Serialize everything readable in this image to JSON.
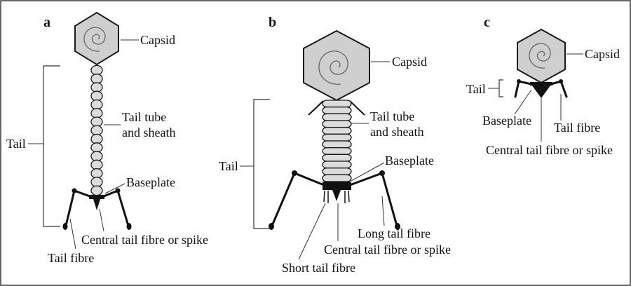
{
  "panels": {
    "a": {
      "letter": "a",
      "labels": {
        "capsid": "Capsid",
        "tail_tube_1": "Tail tube",
        "tail_tube_2": "and sheath",
        "tail": "Tail",
        "baseplate": "Baseplate",
        "central_fibre": "Central tail fibre or spike",
        "tail_fibre": "Tail fibre"
      }
    },
    "b": {
      "letter": "b",
      "labels": {
        "capsid": "Capsid",
        "tail_tube_1": "Tail tube",
        "tail_tube_2": "and sheath",
        "tail": "Tail",
        "baseplate": "Baseplate",
        "long_fibre": "Long tail fibre",
        "central_fibre": "Central tail fibre or spike",
        "short_fibre": "Short tail fibre"
      }
    },
    "c": {
      "letter": "c",
      "labels": {
        "capsid": "Capsid",
        "tail": "Tail",
        "baseplate": "Baseplate",
        "tail_fibre": "Tail fibre",
        "central_fibre": "Central tail fibre or spike"
      }
    }
  }
}
